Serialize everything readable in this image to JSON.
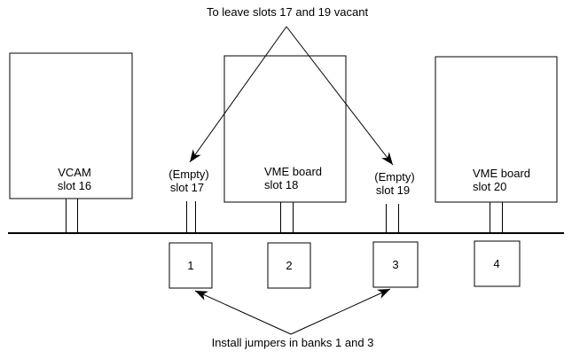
{
  "annotations": {
    "top": "To leave slots 17 and 19 vacant",
    "bottom": "Install jumpers in banks 1 and 3"
  },
  "slots": [
    {
      "name": "VCAM",
      "slot": "slot 16",
      "occupied": true
    },
    {
      "name": "(Empty)",
      "slot": "slot 17",
      "occupied": false
    },
    {
      "name": "VME board",
      "slot": "slot 18",
      "occupied": true
    },
    {
      "name": "(Empty)",
      "slot": "slot 19",
      "occupied": false
    },
    {
      "name": "VME board",
      "slot": "slot 20",
      "occupied": true
    }
  ],
  "banks": [
    "1",
    "2",
    "3",
    "4"
  ],
  "colors": {
    "ink": "#000000",
    "background": "#ffffff"
  }
}
